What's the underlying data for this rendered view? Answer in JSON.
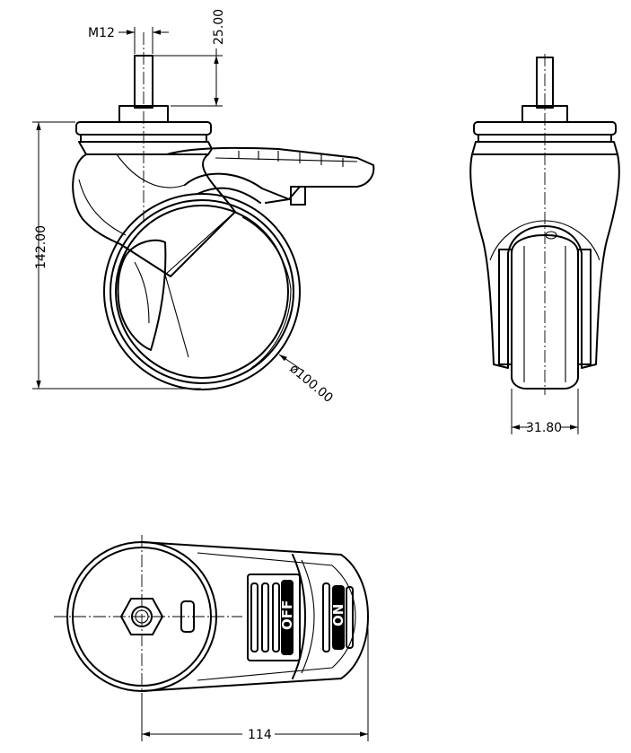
{
  "dimensions": {
    "thread": "M12",
    "stem_length": "25.00",
    "overall_height": "142.00",
    "wheel_diameter": "ø100.00",
    "wheel_width": "31.80",
    "overall_length": "114"
  },
  "brake_labels": {
    "off": "OFF",
    "on": "ON"
  }
}
